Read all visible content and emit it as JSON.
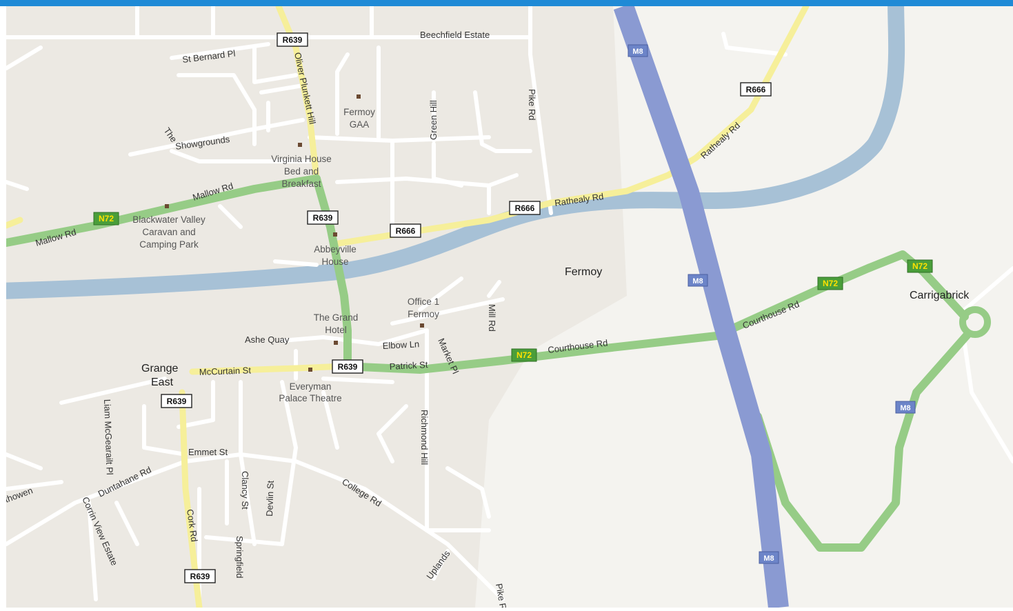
{
  "colors": {
    "background": "#f4f3ef",
    "urban": "#ece9e3",
    "river": "#a7c1d6",
    "motorway": "#8a9ad2",
    "national_road": "#96cc86",
    "regional_road": "#f6ef9a",
    "local_road": "#ffffff"
  },
  "places": {
    "fermoy": "Fermoy",
    "carrigabrick": "Carrigabrick",
    "grange_line1": "Grange",
    "grange_line2": "East"
  },
  "pois": {
    "fermoy_gaa": [
      "Fermoy",
      "GAA"
    ],
    "virginia_house": [
      "Virginia House",
      "Bed and",
      "Breakfast"
    ],
    "blackwater_valley": [
      "Blackwater Valley",
      "Caravan and",
      "Camping Park"
    ],
    "abbeyville": [
      "Abbeyville",
      "House"
    ],
    "office": [
      "Office 1",
      "Fermoy"
    ],
    "grand_hotel": [
      "The Grand",
      "Hotel"
    ],
    "everyman": [
      "Everyman",
      "Palace Theatre"
    ]
  },
  "streets": {
    "beechfield": "Beechfield Estate",
    "st_bernard": "St Bernard Pl",
    "oliver_plunkett": "Oliver Plunkett Hill",
    "the_showgrounds": "The Showgrounds",
    "green_hill": "Green Hill",
    "pike_rd": "Pike Rd",
    "mallow_rd_1": "Mallow Rd",
    "mallow_rd_2": "Mallow Rd",
    "rathealy_1": "Rathealy Rd",
    "rathealy_2": "Rathealy Rd",
    "ashe_quay": "Ashe Quay",
    "elbow_ln": "Elbow Ln",
    "market_pl": "Market Pl",
    "mill_rd": "Mill Rd",
    "courthouse_1": "Courthouse Rd",
    "courthouse_2": "Courthouse Rd",
    "mccurtain": "McCurtain St",
    "patrick": "Patrick St",
    "liam": "Liam McGearailt Pl",
    "emmet": "Emmet St",
    "duntahane": "Duntahane Rd",
    "clancy": "Clancy St",
    "devlin": "Devlin St",
    "richmond": "Richmond Hill",
    "college": "College Rd",
    "corrin": "Corrin View Estate",
    "cork_rd": "Cork Rd",
    "springfield": "Springfield",
    "uplands": "Uplands",
    "athowen": "thowen",
    "pike_edge": "Pike Rd"
  },
  "shields": {
    "r639": "R639",
    "r666": "R666",
    "n72": "N72",
    "m8": "M8"
  }
}
